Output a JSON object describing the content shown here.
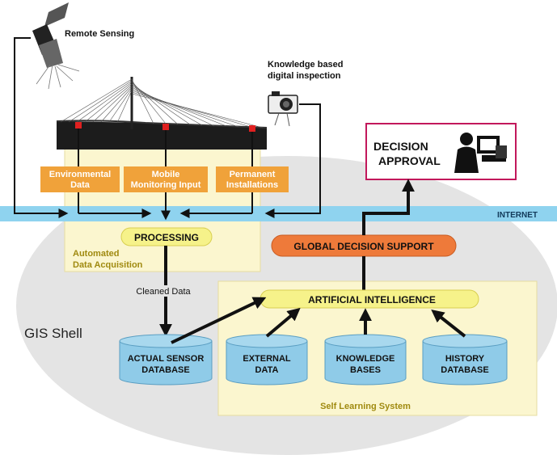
{
  "labels": {
    "remote_sensing": "Remote Sensing",
    "knowledge_inspection_1": "Knowledge based",
    "knowledge_inspection_2": "digital inspection",
    "decision_1": "DECISION",
    "decision_2": "APPROVAL",
    "internet": "INTERNET",
    "env_data_1": "Environmental",
    "env_data_2": "Data",
    "mobile_1": "Mobile",
    "mobile_2": "Monitoring Input",
    "permanent_1": "Permanent",
    "permanent_2": "Installations",
    "processing": "PROCESSING",
    "automated_1": "Automated",
    "automated_2": "Data Acquisition",
    "global_decision": "GLOBAL DECISION SUPPORT",
    "cleaned_data": "Cleaned Data",
    "artificial_intelligence": "ARTIFICIAL INTELLIGENCE",
    "gis_shell": "GIS Shell",
    "actual_sensor_1": "ACTUAL SENSOR",
    "actual_sensor_2": "DATABASE",
    "external_1": "EXTERNAL",
    "external_2": "DATA",
    "knowledge_bases_1": "KNOWLEDGE",
    "knowledge_bases_2": "BASES",
    "history_1": "HISTORY",
    "history_2": "DATABASE",
    "self_learning": "Self Learning System"
  },
  "colors": {
    "internet_band": "#8fd3ef",
    "gis_ellipse": "#e4e4e4",
    "acquisition_box": "#fbf6cf",
    "orange_box": "#f0a23a",
    "pill_yellow": "#f6f28a",
    "global_pill": "#ee7a3a",
    "decision_border": "#c2185b",
    "database_blue": "#8fcbe8",
    "sensor_red": "#e02020"
  }
}
